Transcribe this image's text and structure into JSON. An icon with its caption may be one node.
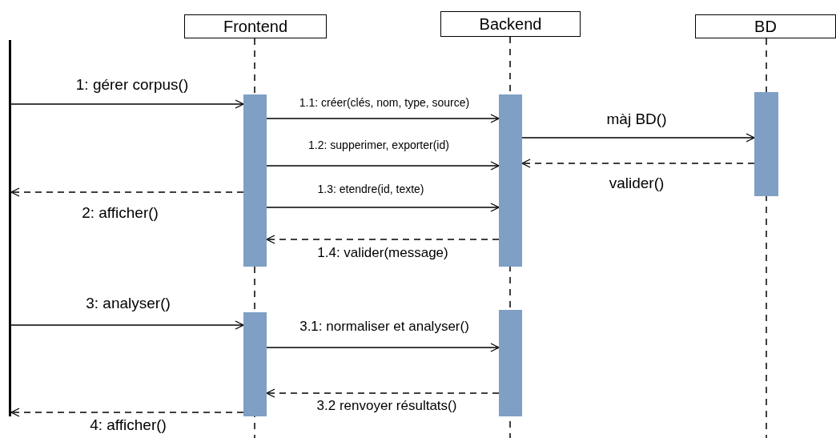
{
  "diagram": {
    "nodes": [
      {
        "text": [
          "Frontend"
        ]
      },
      {
        "text": [
          "Backend"
        ]
      },
      {
        "text": [
          "BD"
        ]
      },
      {
        "text": [],
        "shape": "bar"
      },
      {
        "text": [],
        "shape": "bar"
      },
      {
        "text": [],
        "shape": "bar"
      },
      {
        "text": [],
        "shape": "bar"
      },
      {
        "text": [],
        "shape": "bar"
      },
      {
        "text": [],
        "shape": "bar"
      }
    ],
    "edges": [
      {
        "from": 8,
        "to": 3,
        "arrow": "to",
        "label": "1: gérer corpus()"
      },
      {
        "from": 3,
        "to": 4,
        "arrow": "to",
        "label": "1.1: créer(clés, nom, type, source)"
      },
      {
        "from": 4,
        "to": 5,
        "arrow": "to",
        "label": "màj BD()"
      },
      {
        "from": 3,
        "to": 4,
        "arrow": "to",
        "label": "1.2: supperimer, exporter(id)"
      },
      {
        "from": 5,
        "to": 4,
        "arrow": "to",
        "label": "valider()",
        "style": "dashed"
      },
      {
        "from": 3,
        "to": 8,
        "arrow": "to",
        "label": "2: afficher()",
        "style": "dashed"
      },
      {
        "from": 3,
        "to": 4,
        "arrow": "to",
        "label": "1.3: etendre(id, texte)"
      },
      {
        "from": 4,
        "to": 3,
        "arrow": "to",
        "label": "1.4: valider(message)",
        "style": "dashed"
      },
      {
        "from": 8,
        "to": 6,
        "arrow": "to",
        "label": "3: analyser()"
      },
      {
        "from": 6,
        "to": 7,
        "arrow": "to",
        "label": "3.1: normaliser et analyser()"
      },
      {
        "from": 7,
        "to": 6,
        "arrow": "to",
        "label": "3.2 renvoyer résultats()",
        "style": "dashed"
      },
      {
        "from": 6,
        "to": 8,
        "arrow": "to",
        "label": "4: afficher()",
        "style": "dashed"
      }
    ]
  }
}
